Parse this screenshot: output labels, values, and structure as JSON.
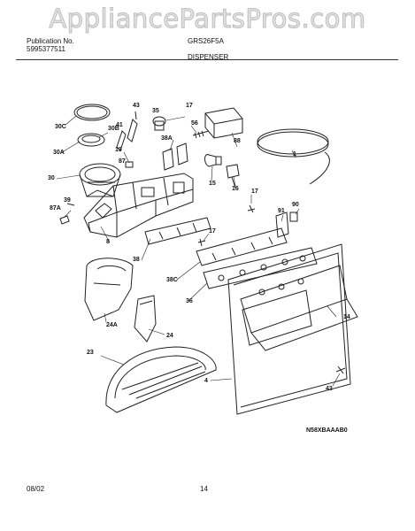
{
  "watermark": "AppliancePartsPros.com",
  "header": {
    "publication_label": "Publication No.",
    "publication_number": "5995377511",
    "model": "GRS26F5A",
    "section_title": "DISPENSER"
  },
  "part_labels": [
    "30C",
    "43",
    "35",
    "17",
    "56",
    "88",
    "30B",
    "41",
    "38A",
    "30A",
    "10",
    "87",
    "1",
    "30",
    "15",
    "16",
    "87A",
    "39",
    "17",
    "91",
    "90",
    "8",
    "17",
    "38",
    "38C",
    "36",
    "24A",
    "24",
    "14",
    "23",
    "4",
    "43"
  ],
  "diagram_code": "N58XBAAAB0",
  "footer": {
    "date": "08/02",
    "page": "14"
  }
}
